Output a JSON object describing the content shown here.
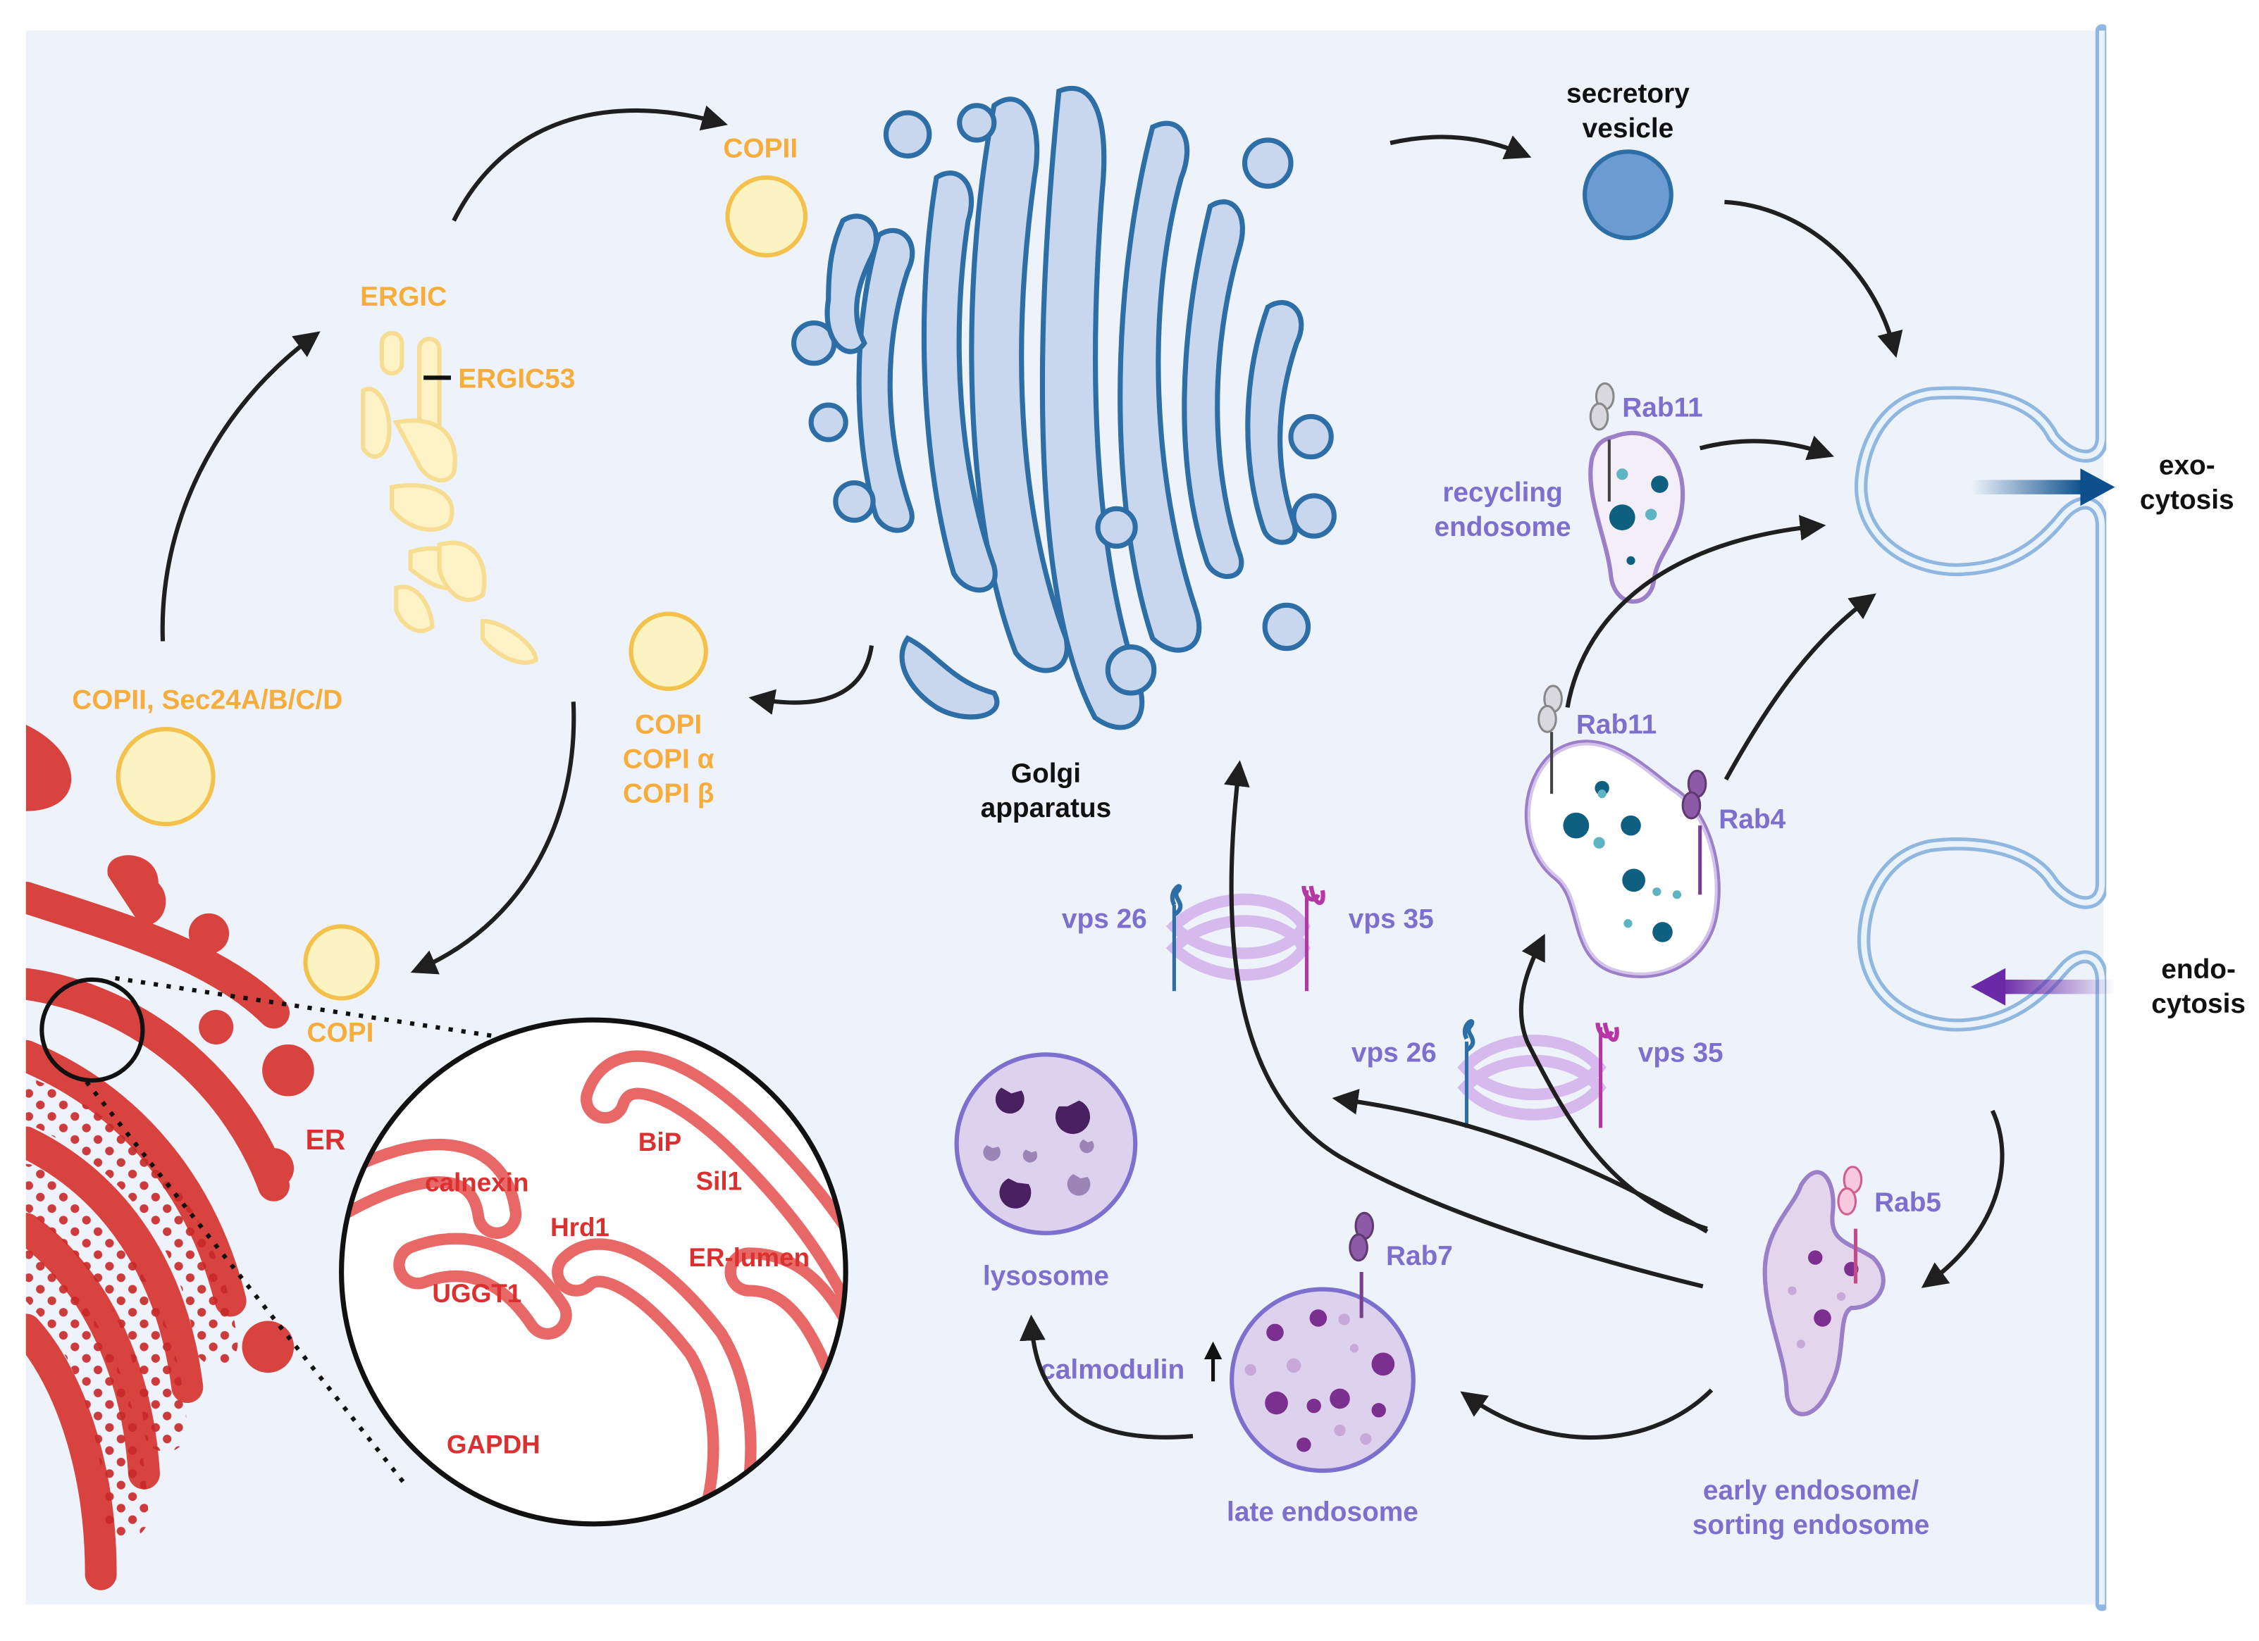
{
  "colors": {
    "background": "#eef3fb",
    "membrane": "#8fb7e0",
    "er": "#d9433f",
    "golgi_fill": "#c8d6ee",
    "golgi_stroke": "#2c6ea5",
    "vesicle_yellow": "#fbf3c2",
    "vesicle_yellow_stroke": "#f4c24c",
    "endosome_fill": "#e3d8f0",
    "endosome_stroke": "#9b7fc8",
    "label_orange": "#f6ad3c",
    "label_red": "#db3030",
    "label_purple": "#7c6fce",
    "label_black": "#111111",
    "exocytosis_arrow": "#0d4f8c",
    "endocytosis_arrow": "#6a2aa8"
  },
  "labels": {
    "copii_top": "COPII",
    "ergic": "ERGIC",
    "ergic53": "ERGIC53",
    "copii_sec24": "COPII, Sec24A/B/C/D",
    "copi_list": [
      "COPI",
      "COPI α",
      "COPI β"
    ],
    "copi_bottom": "COPI",
    "er": "ER",
    "bip": "BiP",
    "sil1": "Sil1",
    "calnexin": "calnexin",
    "hrd1": "Hrd1",
    "er_lumen": "ER-lumen",
    "uggt1": "UGGT1",
    "gapdh": "GAPDH",
    "golgi": [
      "Golgi",
      "apparatus"
    ],
    "secretory_vesicle": [
      "secretory",
      "vesicle"
    ],
    "rab11_top": "Rab11",
    "recycling_endosome": [
      "recycling",
      "endosome"
    ],
    "rab11_mid": "Rab11",
    "rab4": "Rab4",
    "vps26_a": "vps 26",
    "vps35_a": "vps 35",
    "vps26_b": "vps 26",
    "vps35_b": "vps 35",
    "lysosome": "lysosome",
    "calmodulin": "calmodulin",
    "rab7": "Rab7",
    "late_endosome": "late endosome",
    "rab5": "Rab5",
    "early_endosome": [
      "early endosome/",
      "sorting endosome"
    ],
    "exocytosis": [
      "exo-",
      "cytosis"
    ],
    "endocytosis": [
      "endo-",
      "cytosis"
    ]
  },
  "icons": [
    "golgi-icon",
    "er-icon",
    "ergic-icon",
    "endosome-icon",
    "lysosome-icon",
    "retromer-icon",
    "rab-protein-icon",
    "vesicle-icon",
    "membrane-pit-icon",
    "magnifier-circle-icon"
  ]
}
